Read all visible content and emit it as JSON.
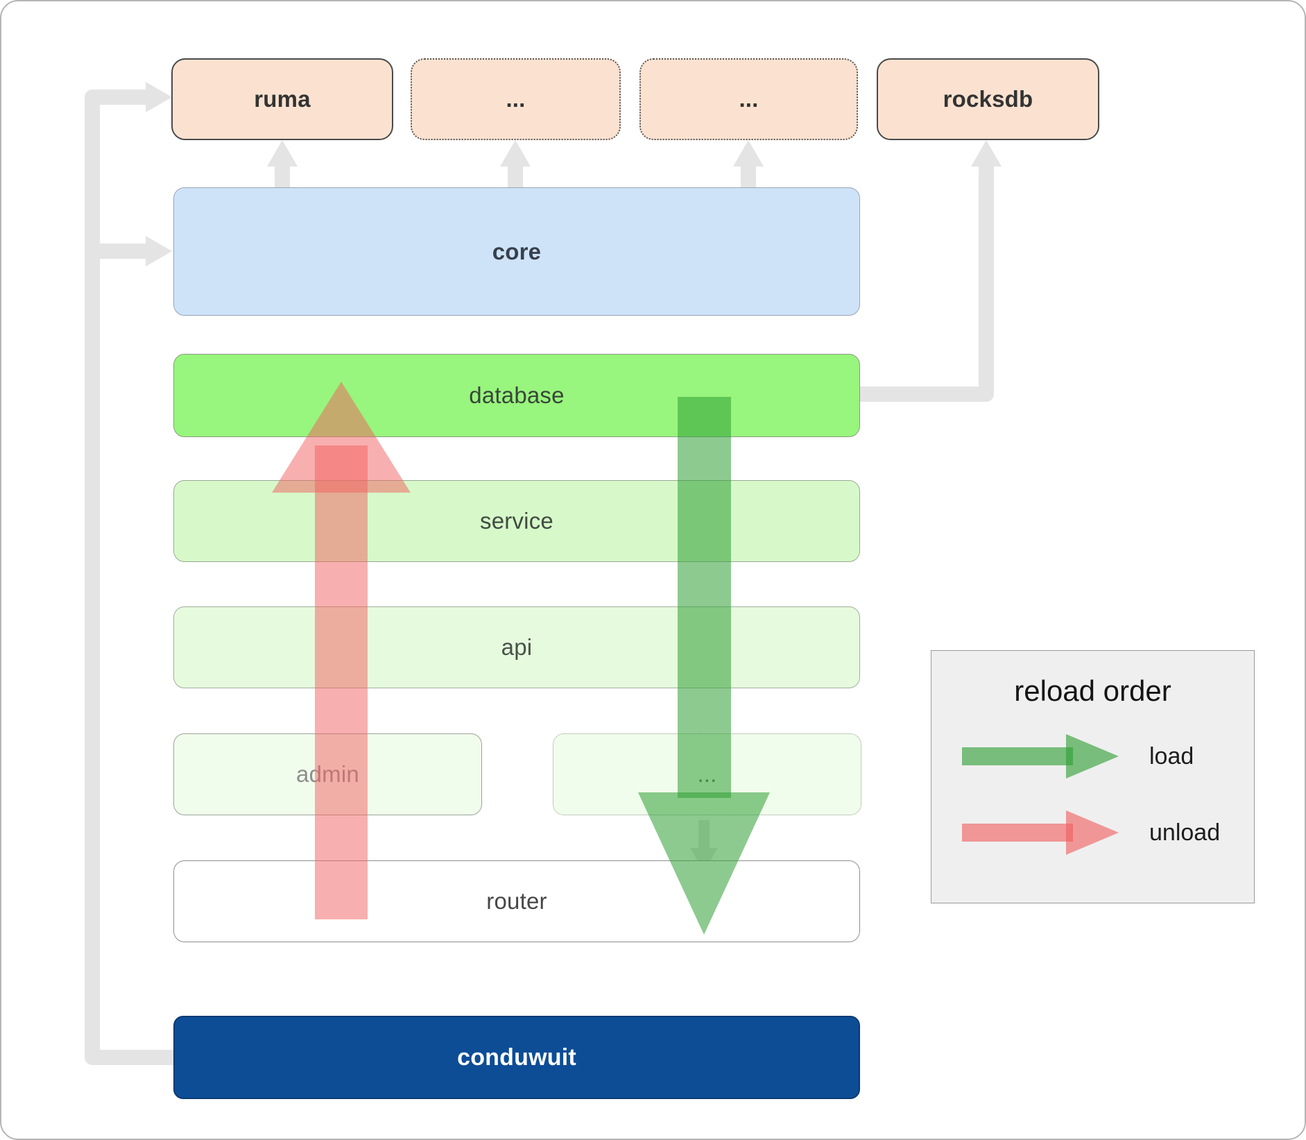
{
  "nodes": {
    "ruma": "ruma",
    "ellipsis_top_1": "...",
    "ellipsis_top_2": "...",
    "rocksdb": "rocksdb",
    "core": "core",
    "database": "database",
    "service": "service",
    "api": "api",
    "admin": "admin",
    "ellipsis_admin": "...",
    "router": "router",
    "conduwuit": "conduwuit"
  },
  "legend": {
    "title": "reload order",
    "load": "load",
    "unload": "unload"
  },
  "colors": {
    "peach": "#fbe2d0",
    "core_blue": "#cfe3f8",
    "db_green": "#98f57d",
    "svc_green": "#d7f9c9",
    "api_green": "#e6fbdd",
    "faint_green": "#f1fdec",
    "navy": "#0d4d96",
    "load": "#2f9e34",
    "unload": "#f15f5f",
    "connector": "#e4e4e4"
  }
}
